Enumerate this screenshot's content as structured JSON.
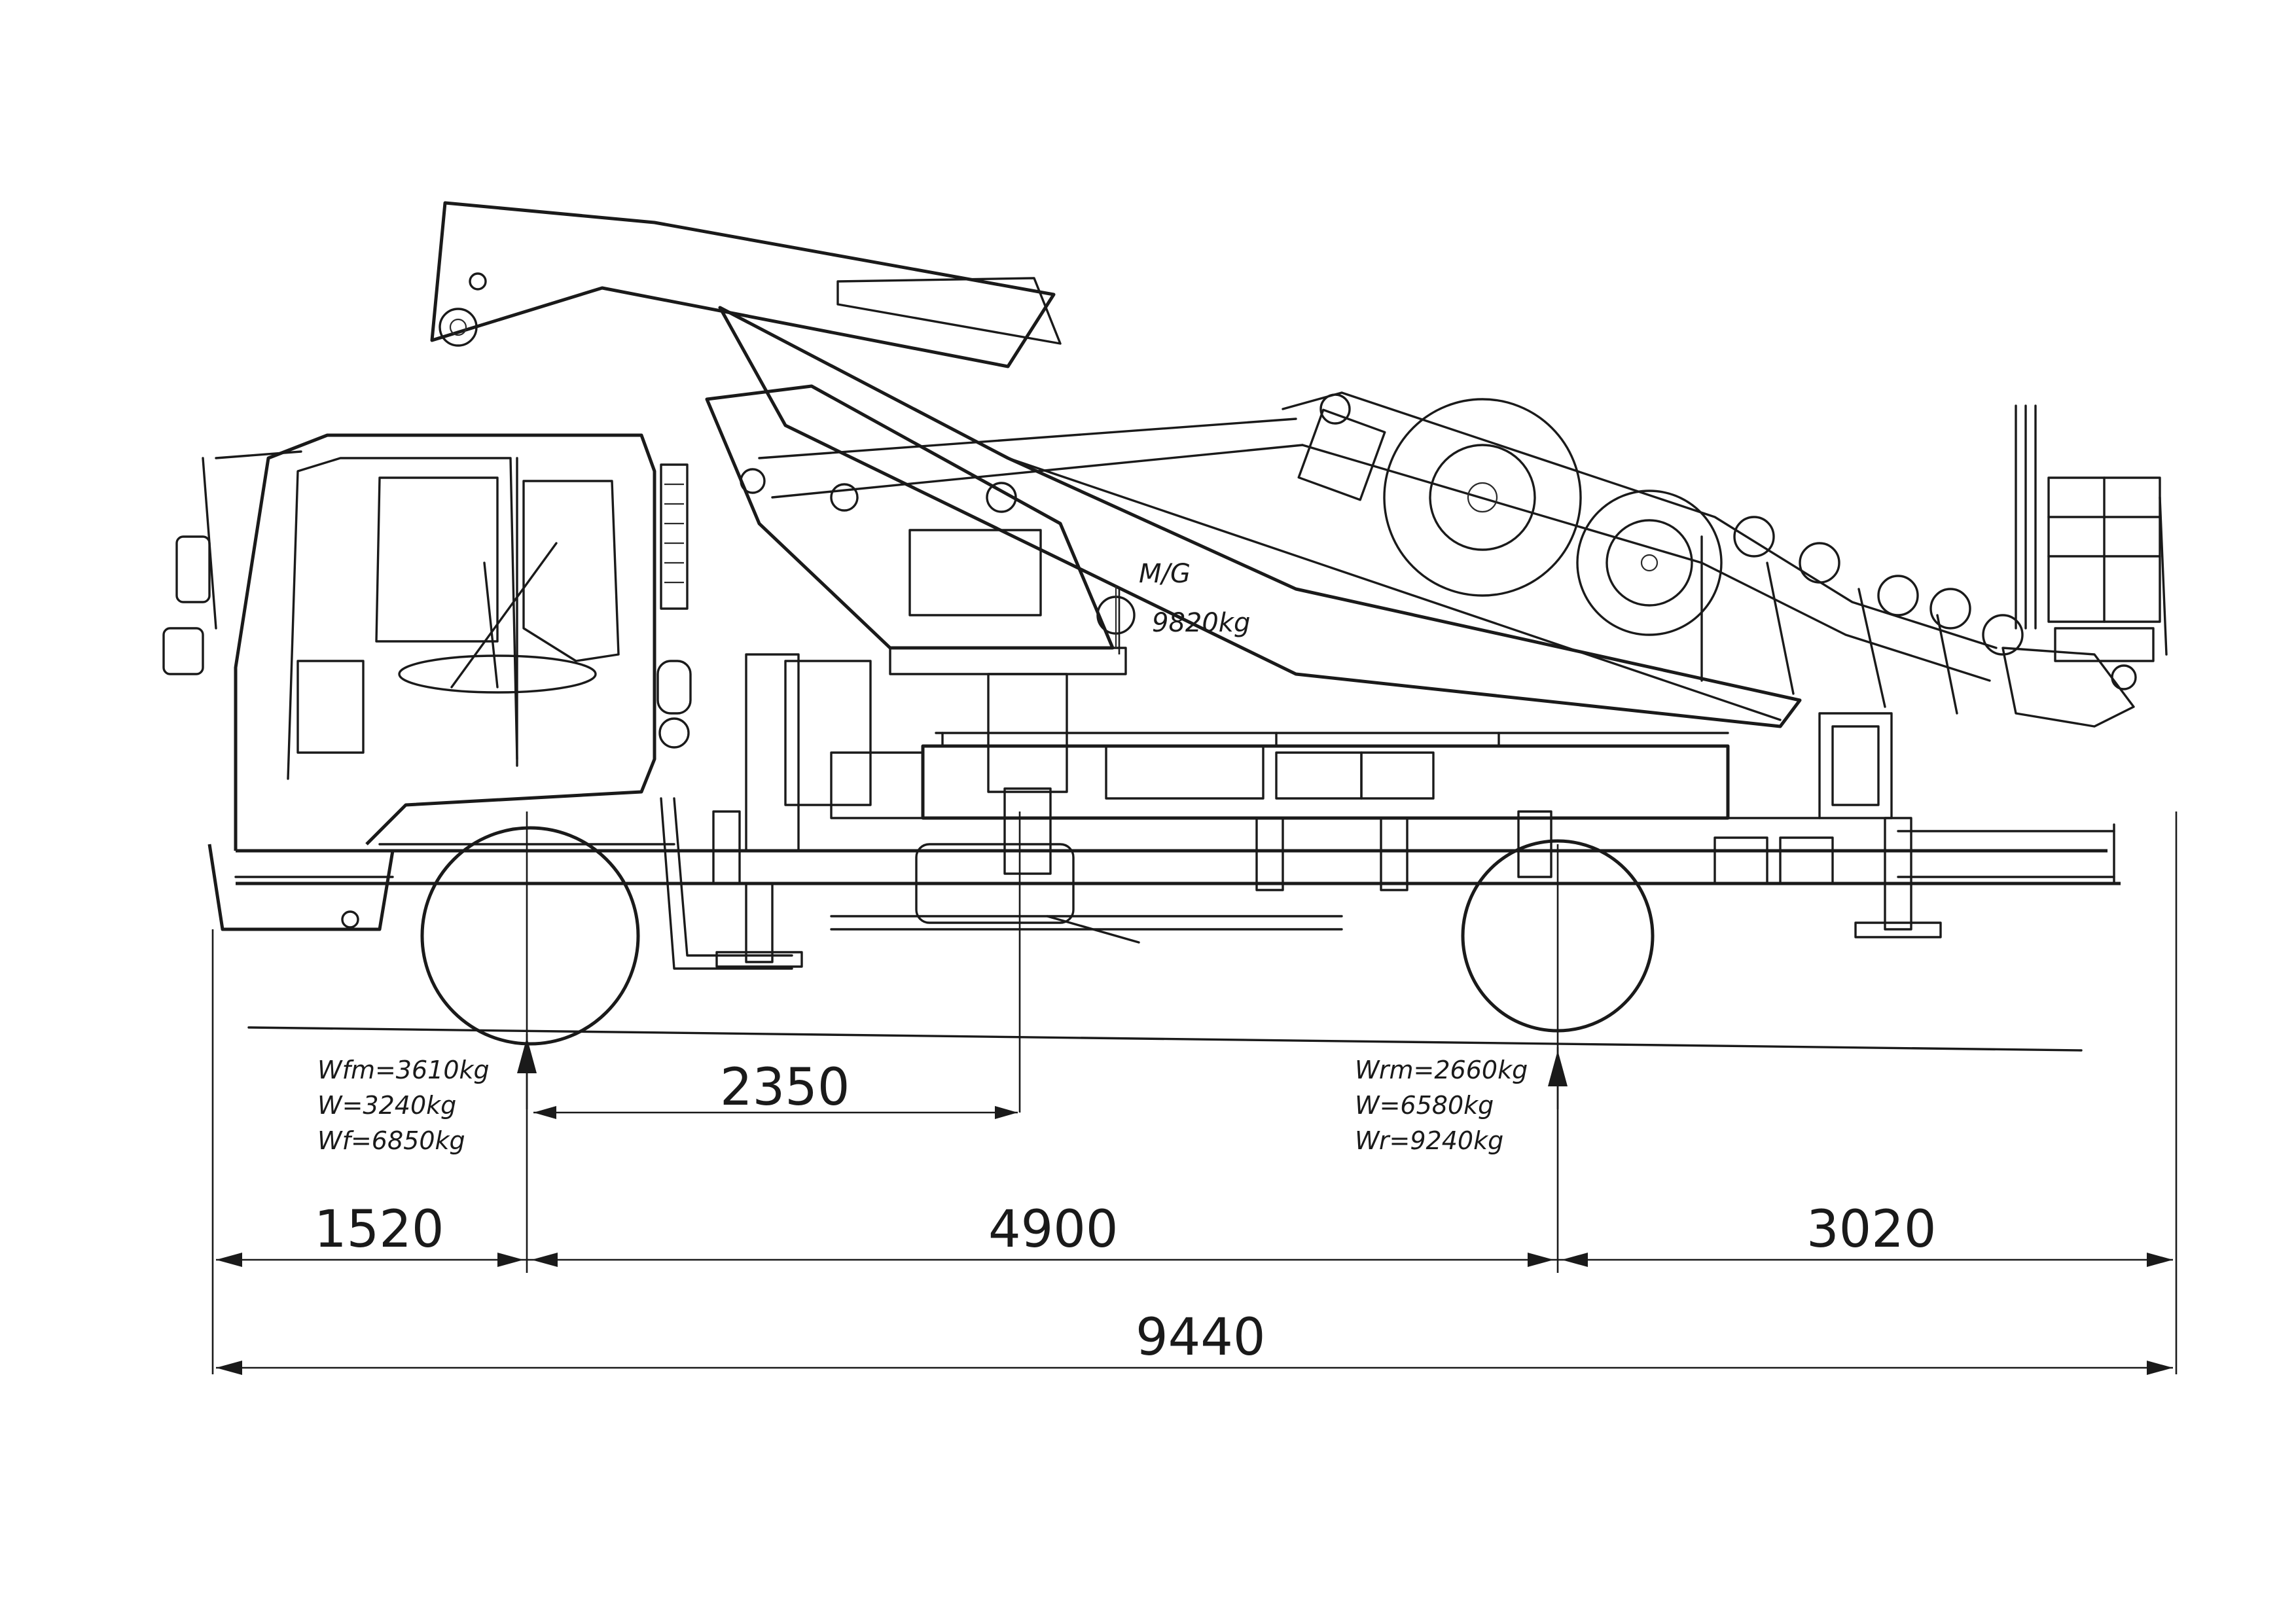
{
  "center_of_gravity": {
    "label": "M/G",
    "mass": "9820kg"
  },
  "front_axle_loads": {
    "wfm": "Wfm=3610kg",
    "w": "W=3240kg",
    "wf": "Wf=6850kg"
  },
  "rear_axle_loads": {
    "wrm": "Wrm=2660kg",
    "w": "W=6580kg",
    "wr": "Wr=9240kg"
  },
  "dimensions": {
    "cg_from_front_axle": "2350",
    "front_overhang": "1520",
    "wheelbase": "4900",
    "rear_overhang": "3020",
    "overall_length": "9440"
  }
}
